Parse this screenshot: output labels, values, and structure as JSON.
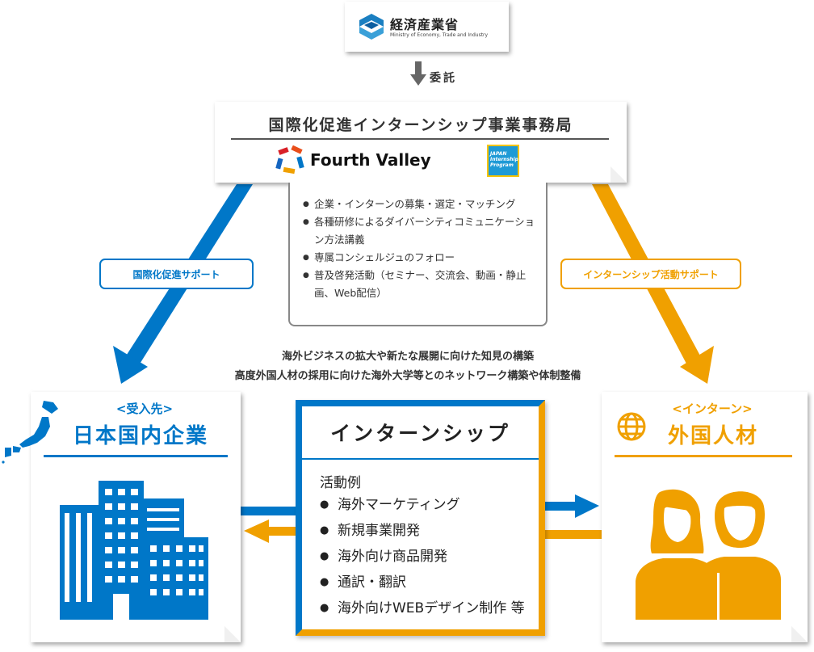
{
  "meti": {
    "name": "経済産業省",
    "subtitle": "Ministry of Economy, Trade and Industry"
  },
  "delegation_label": "委託",
  "office": {
    "title": "国際化促進インターンシップ事業事務局",
    "company": "Fourth Valley",
    "badge_lines": [
      "JAPAN",
      "Internship",
      "Program"
    ]
  },
  "services": [
    "企業・インターンの募集・選定・マッチング",
    "各種研修によるダイバーシティコミュニケーション方法講義",
    "専属コンシェルジュのフォロー",
    "普及啓発活動（セミナー、交流会、動画・静止画、Web配信）"
  ],
  "left_support_label": "国際化促進サポート",
  "right_support_label": "インターンシップ活動サポート",
  "goals": [
    "海外ビジネスの拡大や新たな展開に向けた知見の構築",
    "高度外国人材の採用に向けた海外大学等とのネットワーク構築や体制整備"
  ],
  "host": {
    "tag": "<受入先>",
    "title": "日本国内企業"
  },
  "talent": {
    "tag": "<インターン>",
    "title": "外国人材"
  },
  "internship": {
    "title": "インターンシップ",
    "examples_label": "活動例",
    "examples": [
      "海外マーケティング",
      "新規事業開発",
      "海外向け商品開発",
      "通訳・翻訳",
      "海外向けWEBデザイン制作 等"
    ]
  },
  "colors": {
    "blue": "#0077c8",
    "orange": "#f0a000",
    "text": "#333333"
  }
}
